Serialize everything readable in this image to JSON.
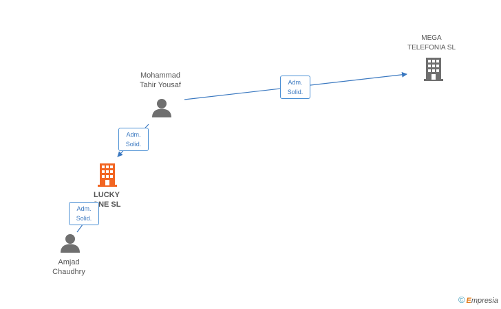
{
  "nodes": {
    "mega_telefonia": {
      "name_line1": "MEGA",
      "name_line2": "TELEFONIA  SL",
      "icon": "building-icon",
      "color": "#6f6f6f"
    },
    "mohammad": {
      "name_line1": "Mohammad",
      "name_line2": "Tahir Yousaf",
      "icon": "person-icon",
      "color": "#6f6f6f"
    },
    "lucky": {
      "name_line1": "LUCKY",
      "name_line2": "ONE SL",
      "icon": "building-icon",
      "color": "#f26522"
    },
    "amjad": {
      "name_line1": "Amjad",
      "name_line2": "Chaudhry",
      "icon": "person-icon",
      "color": "#6f6f6f"
    }
  },
  "edges": [
    {
      "from": "Mohammad Tahir Yousaf",
      "to": "MEGA TELEFONIA SL",
      "line1": "Adm.",
      "line2": "Solid."
    },
    {
      "from": "Mohammad Tahir Yousaf",
      "to": "LUCKY ONE SL",
      "line1": "Adm.",
      "line2": "Solid."
    },
    {
      "from": "Amjad Chaudhry",
      "to": "LUCKY ONE SL",
      "line1": "Adm.",
      "line2": "Solid."
    }
  ],
  "colors": {
    "edge": "#3a78c0",
    "accent": "#f26522",
    "neutral": "#6f6f6f"
  },
  "brand": {
    "copyright": "©",
    "name_first": "E",
    "name_rest": "mpresia"
  }
}
